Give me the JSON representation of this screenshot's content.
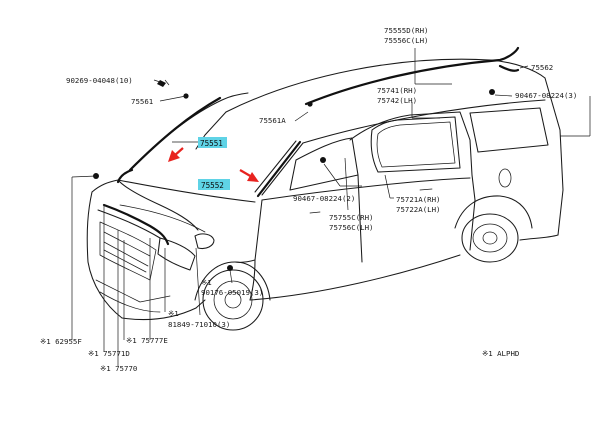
{
  "diagram": {
    "highlight_color": "#5fd3e6",
    "arrow_color": "#e8231f",
    "labels": {
      "p75555d": "75555D(RH)",
      "p75556c": "75556C(LH)",
      "p75562": "75562",
      "p90269": "90269-04048(10)",
      "p75561": "75561",
      "p90467a": "90467-08224(3)",
      "p75741": "75741(RH)",
      "p75742": "75742(LH)",
      "p75561a": "75561A",
      "p75551": "75551",
      "p75552": "75552",
      "p90467b": "90467-08224(2)",
      "p75721a": "75721A(RH)",
      "p75722a": "75722A(LH)",
      "p75755c": "75755C(RH)",
      "p75756c": "75756C(LH)",
      "p90176": "90176-05019(3)",
      "p81849": "81849-71010(3)",
      "p162955f": "※1 62955F",
      "p175777e": "※1 75777E",
      "p175771d": "※1 75771D",
      "p175770": "※1 75770",
      "note_alphd": "※1 ALPHD",
      "mark_s1a": "※1",
      "mark_s1b": "※1"
    }
  }
}
